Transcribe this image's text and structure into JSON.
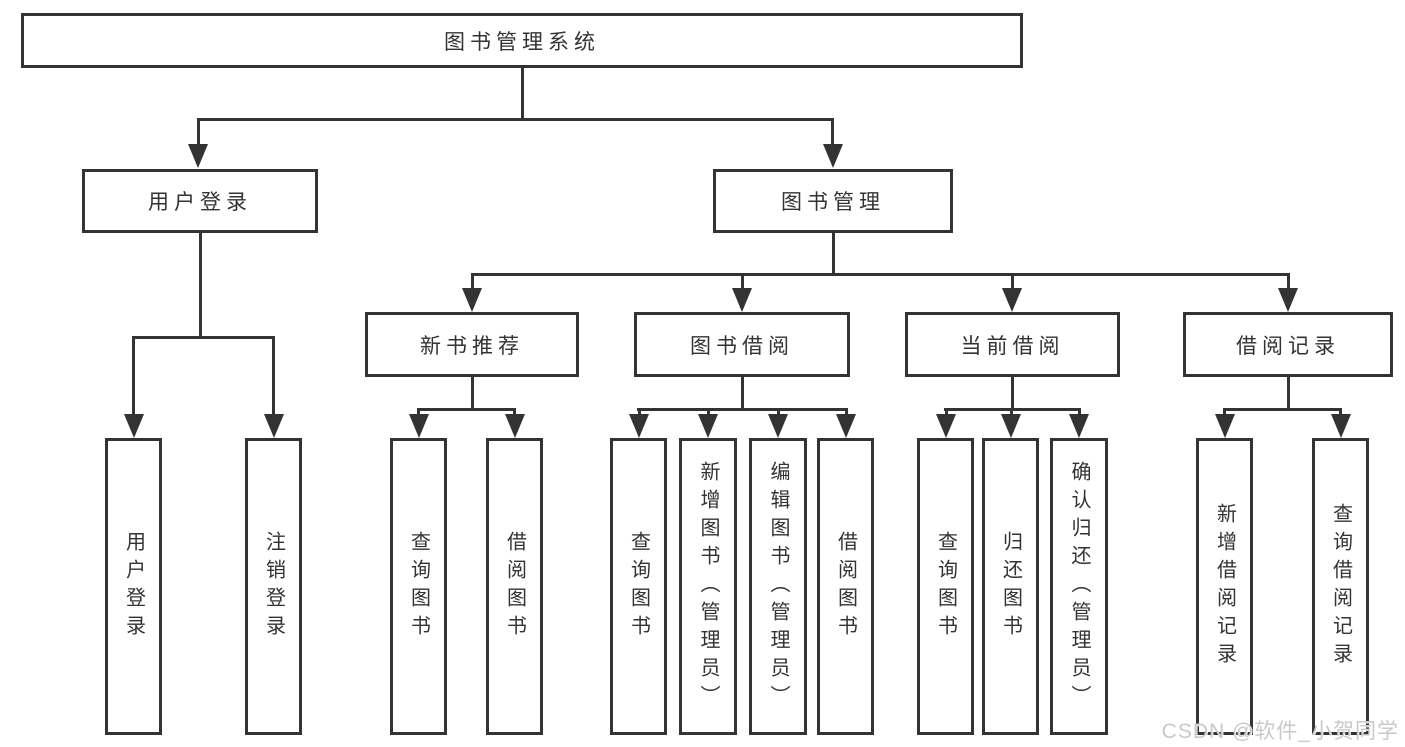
{
  "diagram": {
    "root": {
      "label": "图书管理系统"
    },
    "level2": [
      {
        "label": "用户登录"
      },
      {
        "label": "图书管理"
      }
    ],
    "level3": [
      {
        "label": "新书推荐"
      },
      {
        "label": "图书借阅"
      },
      {
        "label": "当前借阅"
      },
      {
        "label": "借阅记录"
      }
    ],
    "leaves": {
      "user_login": [
        "用户登录",
        "注销登录"
      ],
      "new_book_recommend": [
        "查询图书",
        "借阅图书"
      ],
      "book_borrow": [
        "查询图书",
        "新增图书（管理员）",
        "编辑图书（管理员）",
        "借阅图书"
      ],
      "current_borrow": [
        "查询图书",
        "归还图书",
        "确认归还（管理员）"
      ],
      "borrow_record": [
        "新增借阅记录",
        "查询借阅记录"
      ]
    }
  },
  "watermark": {
    "text": "CSDN @软件_小贺同学"
  },
  "colors": {
    "line": "#333333",
    "box_background": "#ffffff",
    "text": "#333333",
    "watermark": "#c9c9c9"
  }
}
